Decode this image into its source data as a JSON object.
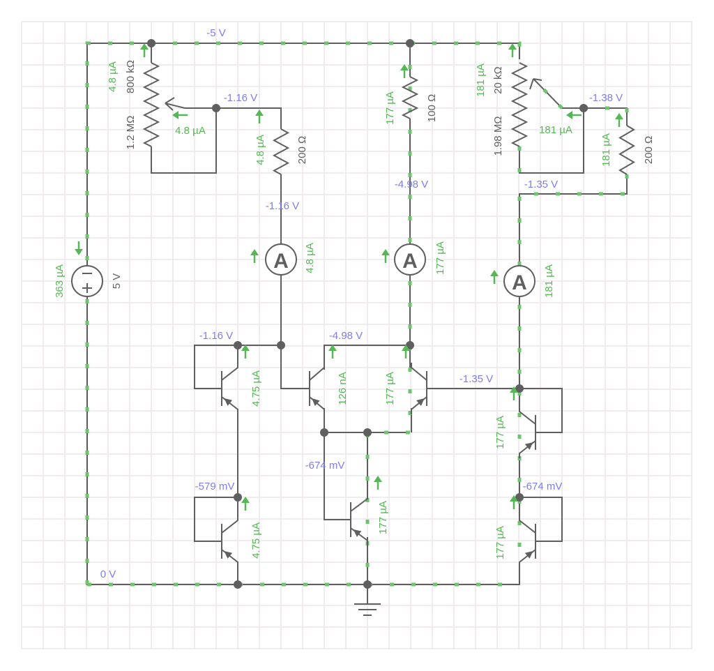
{
  "title": "Circuit simulation",
  "colors": {
    "wire": "#5f5f5f",
    "voltage": "#7d7df2",
    "current": "#55b855",
    "grid": "#e8e4e8"
  },
  "voltages": {
    "top_rail": "-5 V",
    "bottom_rail": "0 V",
    "pot1_wiper": "-1.16 V",
    "r200a_bottom": "-1.16 V",
    "q1_collector": "-1.16 V",
    "q2_collector": "-579 mV",
    "q3_collector": "-4.98 V",
    "r100_bottom": "-4.98 V",
    "q4_base": "-1.35 V",
    "tail_node": "-674 mV",
    "q7_collector": "-674 mV",
    "pot2_wiper": "-1.38 V",
    "r200b_bottom": "-1.35 V"
  },
  "currents": {
    "pot1_top": "4.8 µA",
    "pot1_wiper": "4.8 µA",
    "r200a": "4.8 µA",
    "ammeter1": "4.8 µA",
    "r100": "177 µA",
    "ammeter2": "177 µA",
    "pot2_top": "181 µA",
    "pot2_wiper": "181 µA",
    "r200b": "181 µA",
    "ammeter3": "181 µA",
    "battery": "363 µA",
    "q1": "4.75 µA",
    "q2": "4.75 µA",
    "q3": "126 nA",
    "q4": "177 µA",
    "q5": "177 µA",
    "q6": "177 µA",
    "q7": "177 µA"
  },
  "components": {
    "pot1_upper": "800 kΩ",
    "pot1_lower": "1.2 MΩ",
    "r200a": "200 Ω",
    "r100": "100 Ω",
    "pot2_upper": "20 kΩ",
    "pot2_lower": "1.98 MΩ",
    "r200b": "200 Ω",
    "battery": "5 V",
    "ammeter_symbol": "A"
  }
}
